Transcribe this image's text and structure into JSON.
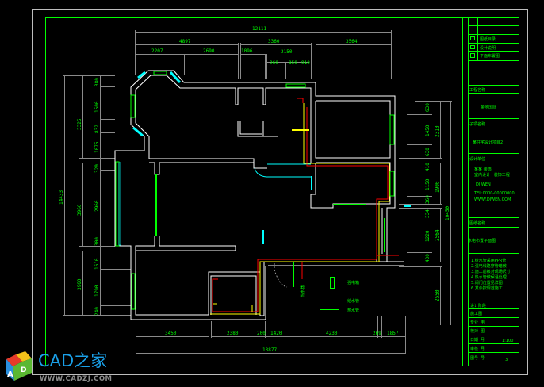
{
  "drawing": {
    "dims_top": {
      "total": "12111",
      "row2": [
        "4897",
        "3360",
        "3564"
      ],
      "row3": [
        "2207",
        "2690",
        "1096",
        "2150"
      ],
      "row4": [
        "960",
        "850",
        "910"
      ]
    },
    "dims_bottom": {
      "segments": [
        "3450",
        "2380",
        "200",
        "1420",
        "4230",
        "269",
        "1857"
      ],
      "total": "13877"
    },
    "dims_left": {
      "total": "14433",
      "row2": [
        "3325",
        "3960",
        "3960"
      ],
      "row3": [
        "380",
        "1500",
        "832",
        "1075",
        "320",
        "2960",
        "300",
        "1610",
        "1790",
        "240"
      ]
    },
    "dims_right": {
      "row1": [
        "630",
        "1450",
        "630",
        "410",
        "1150",
        "360",
        "334",
        "1220",
        "430"
      ],
      "row2": [
        "2310",
        "1900",
        "2564",
        "2550"
      ],
      "total": "10450"
    },
    "legend": {
      "items": [
        "强电箱",
        "给水管",
        "热水管"
      ],
      "note": "热水器"
    }
  },
  "title_block": {
    "index": [
      "图纸目录",
      "设计说明",
      "平面布置图"
    ],
    "project_label": "工程名称",
    "project": "金地国际",
    "sub_label": "子项名称",
    "sub": "某住宅设计项目2",
    "designer_label": "设计单位",
    "designer": "某某 装饰",
    "designer_en": "DI WEN",
    "designer_line1": "室内设计 · 装饰工程",
    "designer_line2": "TEL:0000-00000000",
    "designer_line3": "WWW.DIWEN.COM",
    "drawing_label": "图纸名称",
    "drawing": "水电布置平面图",
    "notes": [
      "1.给水管采用PPR管",
      "2.强电线路穿管暗敷",
      "3.施工前核对现场尺寸",
      "4.热水管做保温处理",
      "5.阀门位置见详图",
      "6.其余按规范施工"
    ],
    "stage_label": "设计阶段",
    "stage": "施工图",
    "rows": [
      {
        "k": "专业",
        "v": "电"
      },
      {
        "k": "校对",
        "v": "图"
      },
      {
        "k": "日期",
        "v": "月",
        "x": "1:100"
      },
      {
        "k": "审核",
        "v": "月"
      },
      {
        "k": "图号",
        "v": "号",
        "x": "3"
      }
    ]
  },
  "watermark": {
    "brand": "CAD之家",
    "url": "WWW.CADZJ.COM",
    "logo_letters": "AD"
  },
  "colors": {
    "wall": "#ffffff",
    "window": "#00ff00",
    "glass": "#00ffff",
    "cold": "#ff0000",
    "hot": "#ffff00",
    "dim": "#8a8a8a"
  }
}
